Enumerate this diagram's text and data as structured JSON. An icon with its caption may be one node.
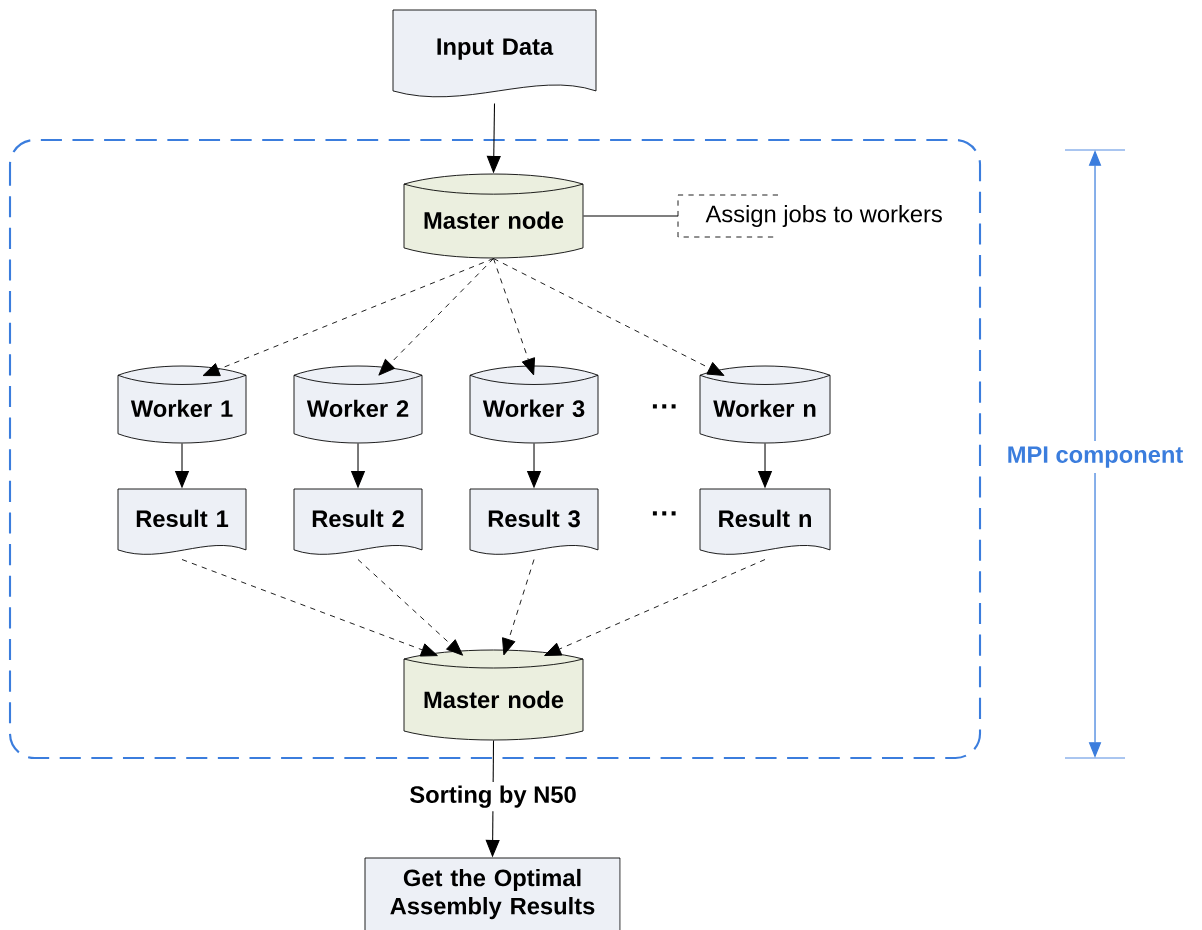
{
  "diagram": {
    "nodes": [
      {
        "text": [
          "Input Data"
        ]
      },
      {
        "text": [
          "MPI component"
        ]
      },
      {
        "text": [
          "Master node"
        ],
        "in": 1
      },
      {
        "text": [
          "Assign jobs to workers"
        ],
        "in": 1
      },
      {
        "text": [
          "Worker 1"
        ],
        "in": 1
      },
      {
        "text": [
          "Worker 2"
        ],
        "in": 1
      },
      {
        "text": [
          "Worker 3"
        ],
        "in": 1
      },
      {
        "text": [
          "Worker n"
        ],
        "in": 1
      },
      {
        "text": [
          "Result 1"
        ],
        "in": 1
      },
      {
        "text": [
          "Result 2"
        ],
        "in": 1
      },
      {
        "text": [
          "Result 3"
        ],
        "in": 1
      },
      {
        "text": [
          "Result n"
        ],
        "in": 1
      },
      {
        "text": [
          "Master node"
        ],
        "in": 1
      },
      {
        "text": [
          "Get the Optimal Assembly Results"
        ]
      }
    ],
    "edges": [
      {
        "from": 0,
        "to": 2,
        "arrow": "to"
      },
      {
        "from": 2,
        "to": 3,
        "arrow": "none"
      },
      {
        "from": 2,
        "to": 4,
        "arrow": "to",
        "style": "dashed"
      },
      {
        "from": 2,
        "to": 5,
        "arrow": "to",
        "style": "dashed"
      },
      {
        "from": 2,
        "to": 6,
        "arrow": "to",
        "style": "dashed"
      },
      {
        "from": 2,
        "to": 7,
        "arrow": "to",
        "style": "dashed"
      },
      {
        "from": 4,
        "to": 8,
        "arrow": "to"
      },
      {
        "from": 5,
        "to": 9,
        "arrow": "to"
      },
      {
        "from": 6,
        "to": 10,
        "arrow": "to"
      },
      {
        "from": 7,
        "to": 11,
        "arrow": "to"
      },
      {
        "from": 8,
        "to": 12,
        "arrow": "to",
        "style": "dashed"
      },
      {
        "from": 9,
        "to": 12,
        "arrow": "to",
        "style": "dashed"
      },
      {
        "from": 10,
        "to": 12,
        "arrow": "to",
        "style": "dashed"
      },
      {
        "from": 11,
        "to": 12,
        "arrow": "to",
        "style": "dashed"
      },
      {
        "from": 12,
        "to": 13,
        "arrow": "to",
        "label": "Sorting by N50"
      }
    ],
    "labels": [
      "···",
      "···"
    ]
  }
}
